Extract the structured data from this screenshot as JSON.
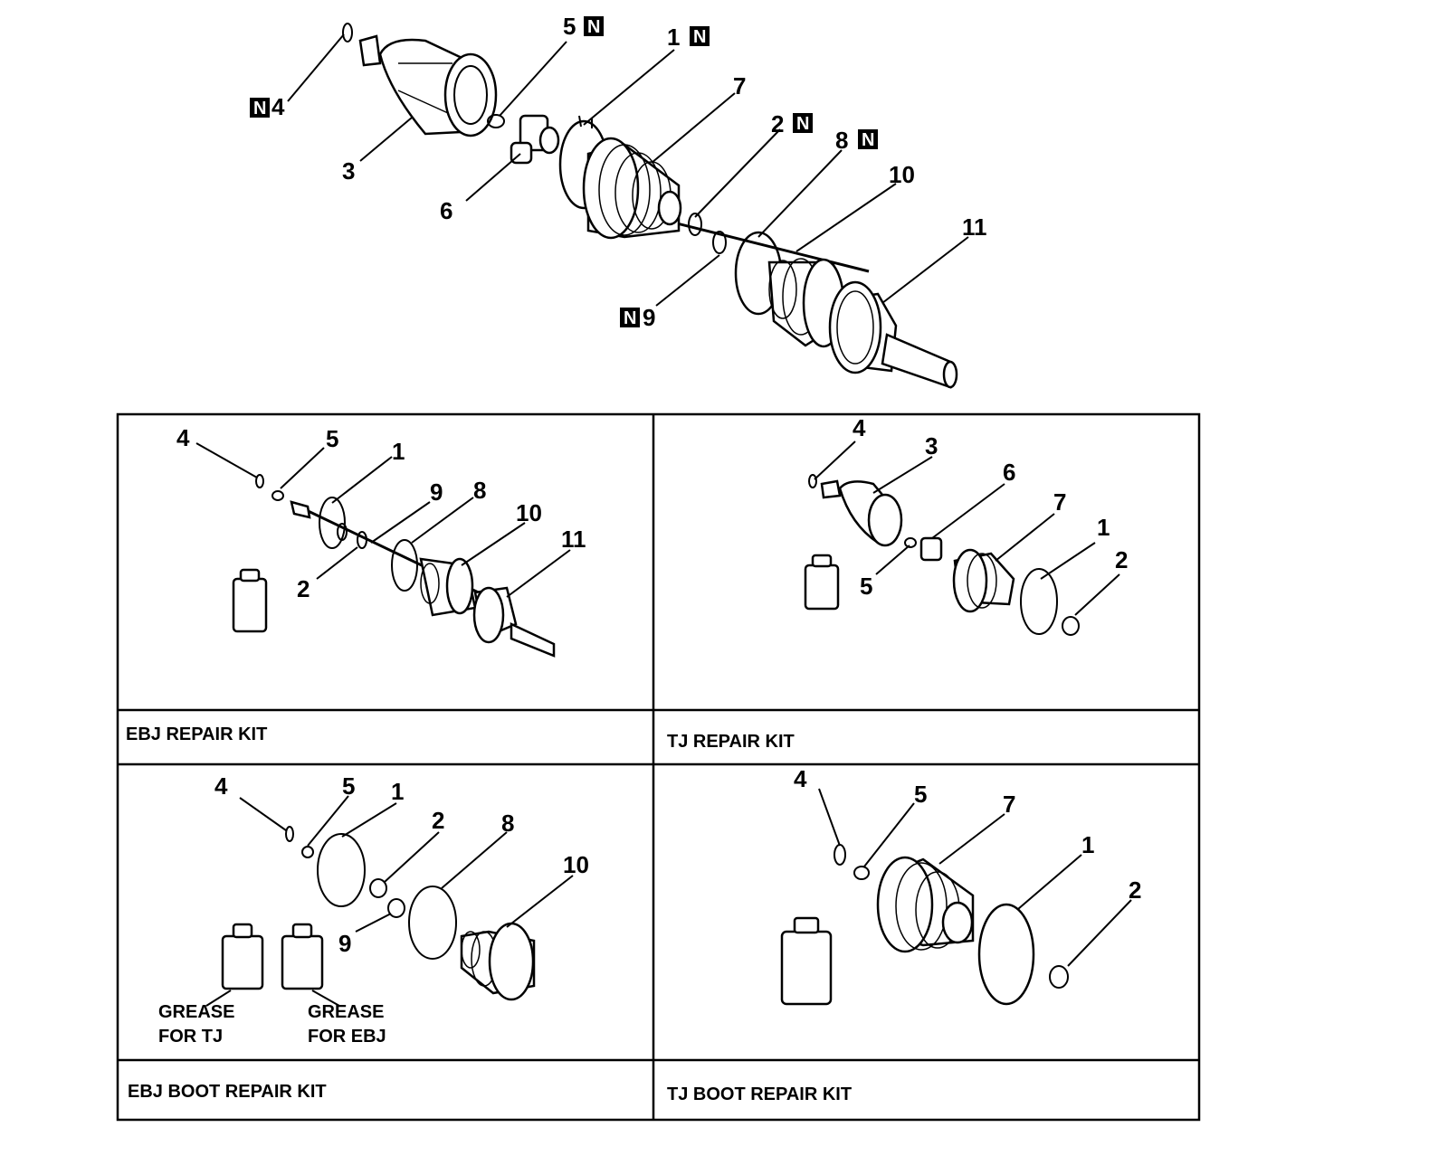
{
  "new_part_mark": "N",
  "main_assembly": {
    "labels": [
      {
        "id": "m4",
        "text": "4",
        "new": true
      },
      {
        "id": "m3",
        "text": "3",
        "new": false
      },
      {
        "id": "m5",
        "text": "5",
        "new": true
      },
      {
        "id": "m6",
        "text": "6",
        "new": false
      },
      {
        "id": "m1",
        "text": "1",
        "new": true
      },
      {
        "id": "m7",
        "text": "7",
        "new": false
      },
      {
        "id": "m2",
        "text": "2",
        "new": true
      },
      {
        "id": "m8",
        "text": "8",
        "new": true
      },
      {
        "id": "m10",
        "text": "10",
        "new": false
      },
      {
        "id": "m11",
        "text": "11",
        "new": false
      },
      {
        "id": "m9",
        "text": "9",
        "new": true
      }
    ]
  },
  "kits": [
    {
      "caption": "EBJ REPAIR KIT",
      "labels": [
        "4",
        "5",
        "1",
        "9",
        "8",
        "10",
        "11",
        "2"
      ]
    },
    {
      "caption": "TJ REPAIR KIT",
      "labels": [
        "4",
        "3",
        "6",
        "7",
        "1",
        "2",
        "5"
      ]
    },
    {
      "caption": "EBJ BOOT REPAIR KIT",
      "labels": [
        "4",
        "5",
        "1",
        "2",
        "8",
        "10",
        "9"
      ],
      "grease": [
        {
          "line1": "GREASE",
          "line2": "FOR TJ"
        },
        {
          "line1": "GREASE",
          "line2": "FOR EBJ"
        }
      ]
    },
    {
      "caption": "TJ BOOT REPAIR KIT",
      "labels": [
        "4",
        "5",
        "7",
        "1",
        "2"
      ]
    }
  ]
}
